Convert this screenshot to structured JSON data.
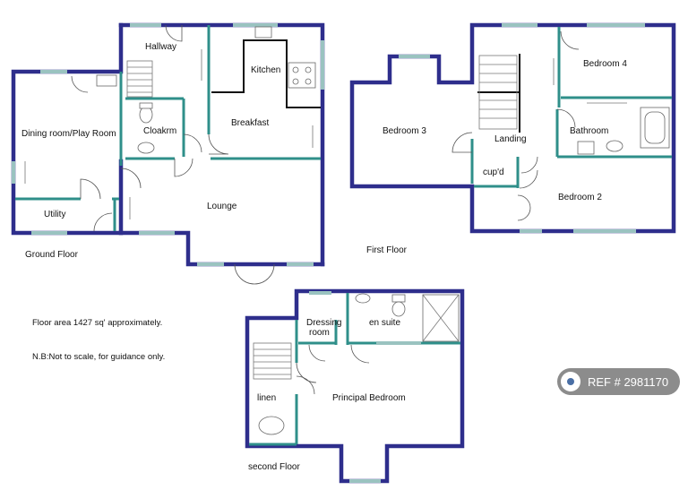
{
  "rooms": {
    "hallway": "Hallway",
    "kitchen": "Kitchen",
    "breakfast": "Breakfast",
    "dining": "Dining room/Play Room",
    "cloakroom": "Cloakrm",
    "utility": "Utility",
    "lounge": "Lounge",
    "bedroom3": "Bedroom 3",
    "bedroom4": "Bedroom 4",
    "landing": "Landing",
    "bathroom": "Bathroom",
    "cupboard": "cup'd",
    "bedroom2": "Bedroom 2",
    "dressing1": "Dressing",
    "dressing2": "room",
    "ensuite": "en suite",
    "linen": "linen",
    "principal": "Principal Bedroom"
  },
  "floors": {
    "ground": "Ground Floor",
    "first": "First Floor",
    "second": "second Floor"
  },
  "notes": {
    "area": "Floor area 1427 sq' approximately.",
    "disclaimer": "N.B:Not to scale, for guidance only."
  },
  "ref": "REF # 2981170",
  "colors": {
    "outer_wall": "#2e2e8c",
    "inner_wall": "#2f8f8a",
    "window": "#9ac3c0"
  }
}
